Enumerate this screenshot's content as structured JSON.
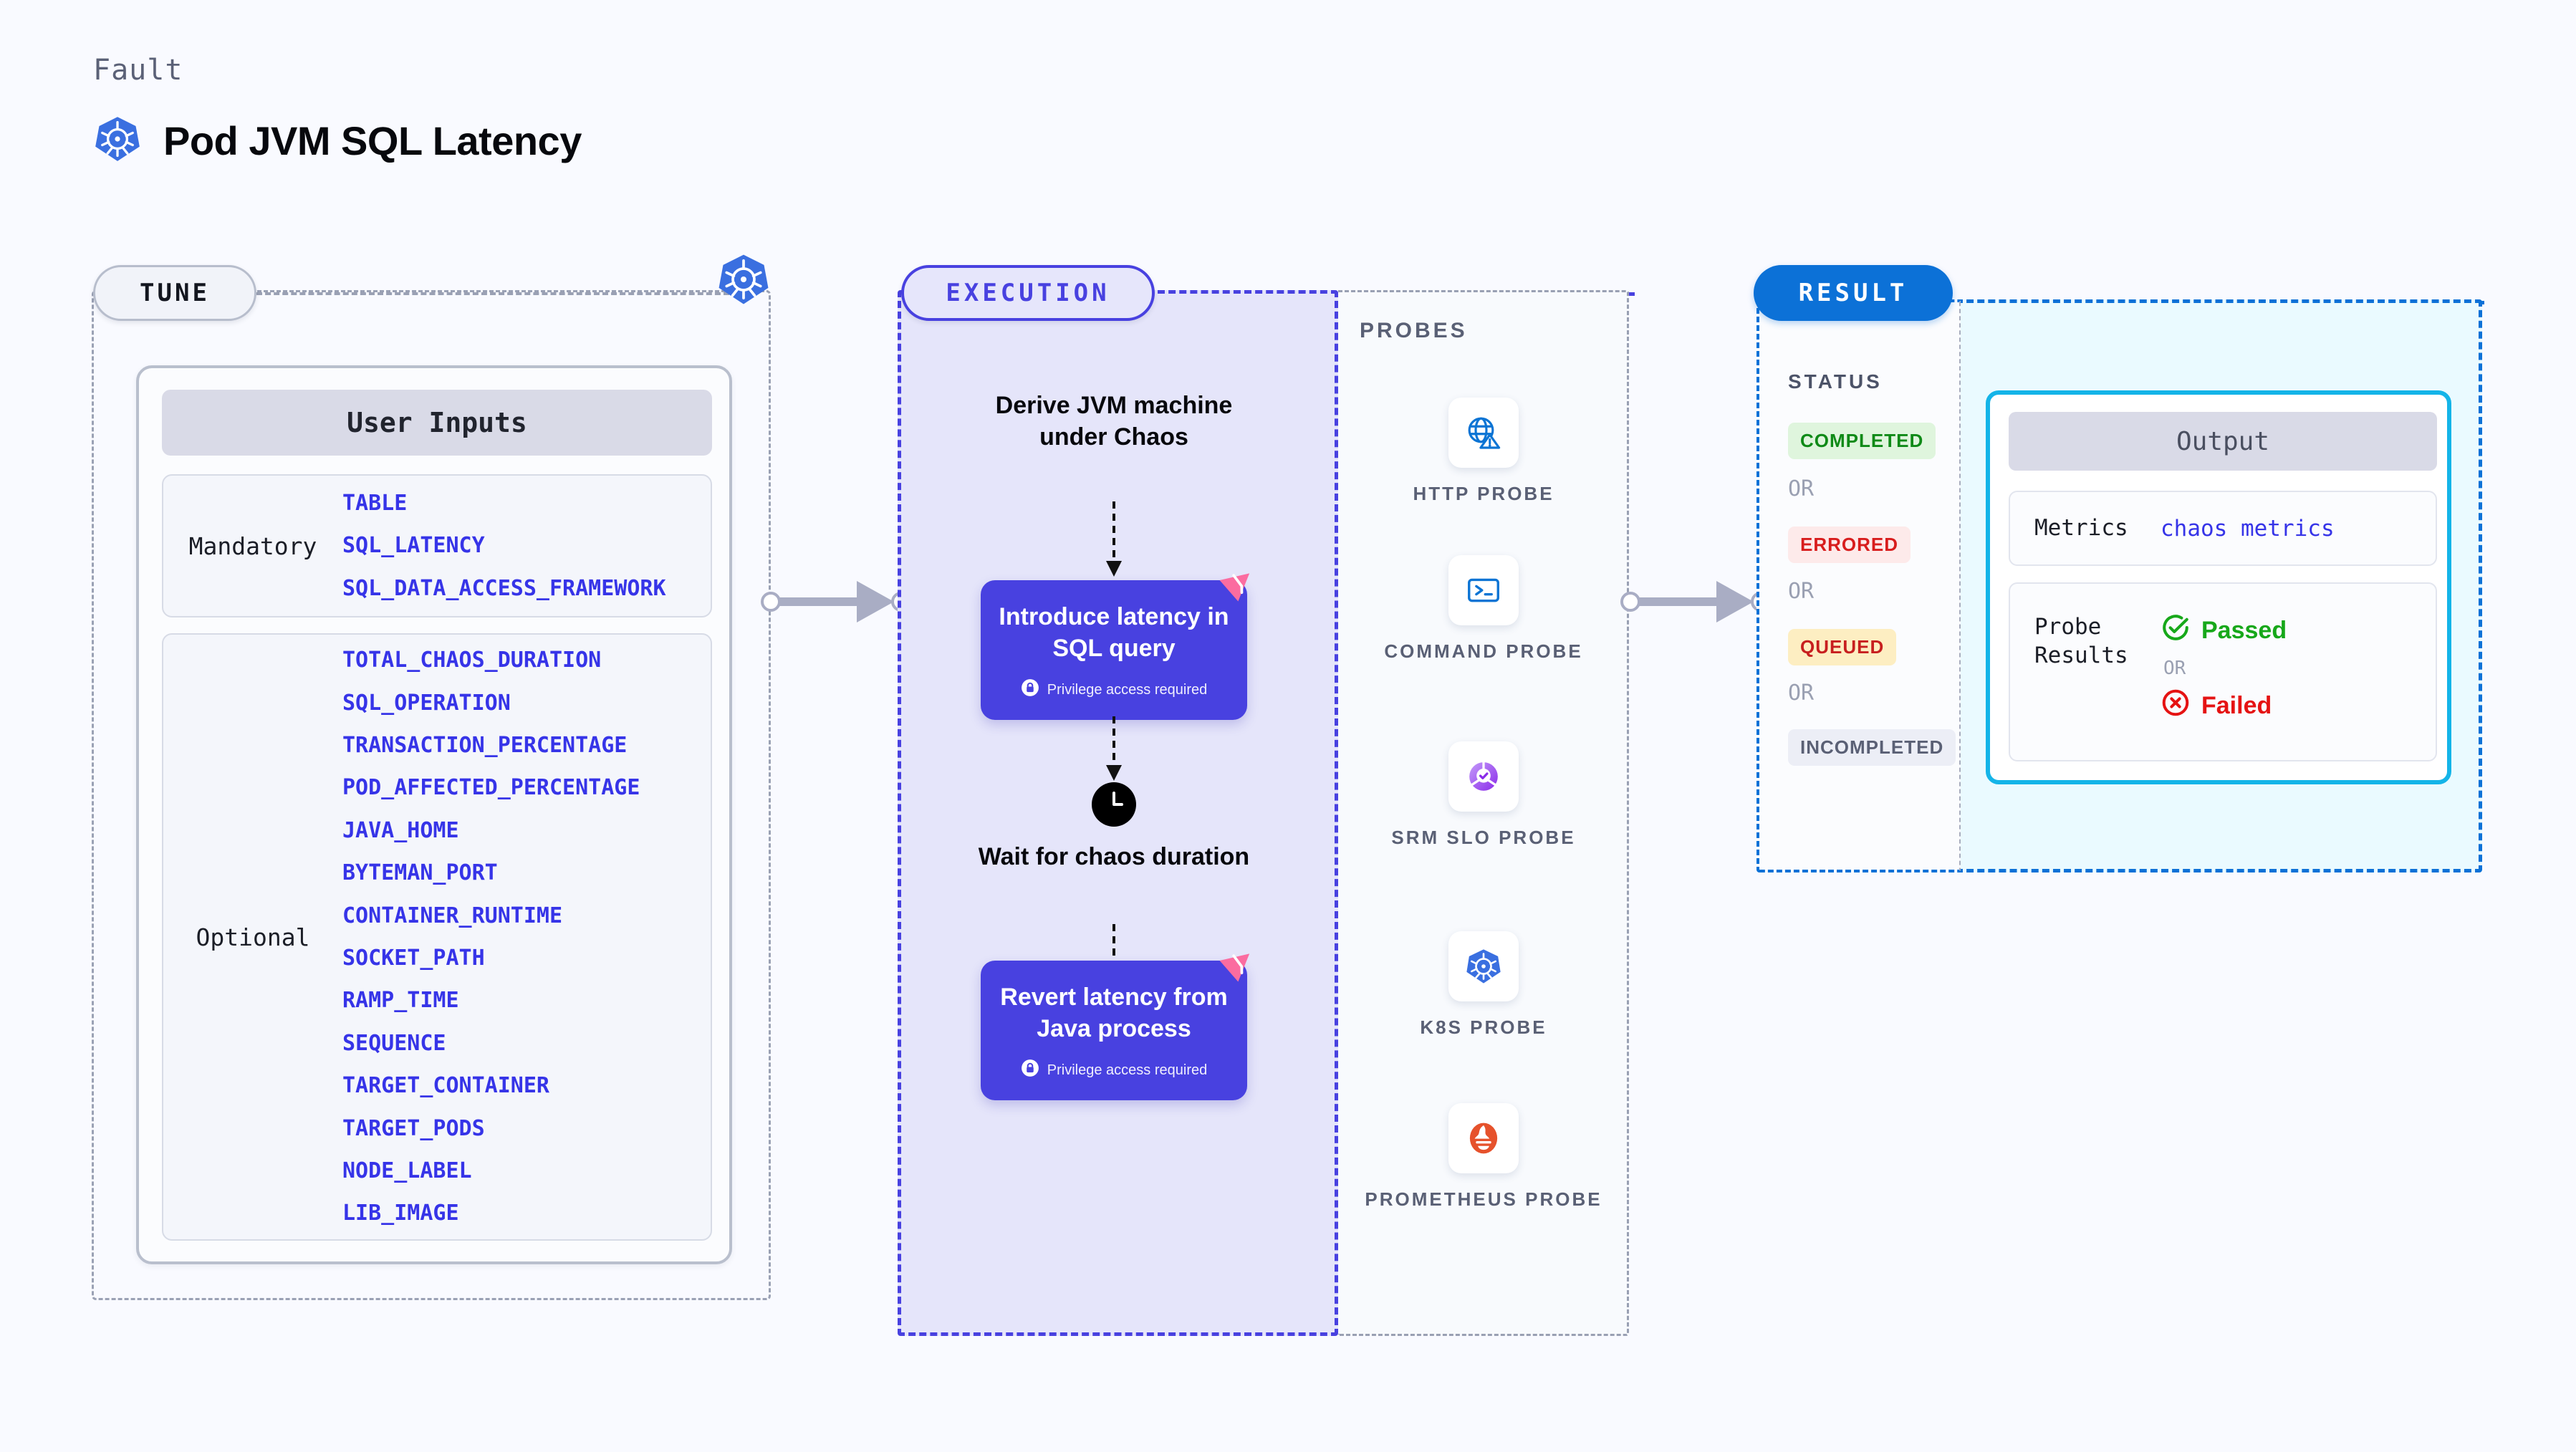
{
  "header": {
    "kicker": "Fault",
    "title": "Pod JVM SQL Latency",
    "icon": "kubernetes-icon"
  },
  "tune": {
    "pill_label": "TUNE",
    "card_title": "User Inputs",
    "mandatory": {
      "label": "Mandatory",
      "items": [
        "TABLE",
        "SQL_LATENCY",
        "SQL_DATA_ACCESS_FRAMEWORK"
      ]
    },
    "optional": {
      "label": "Optional",
      "items": [
        "TOTAL_CHAOS_DURATION",
        "SQL_OPERATION",
        "TRANSACTION_PERCENTAGE",
        "POD_AFFECTED_PERCENTAGE",
        "JAVA_HOME",
        "BYTEMAN_PORT",
        "CONTAINER_RUNTIME",
        "SOCKET_PATH",
        "RAMP_TIME",
        "SEQUENCE",
        "TARGET_CONTAINER",
        "TARGET_PODS",
        "NODE_LABEL",
        "LIB_IMAGE"
      ]
    }
  },
  "execution": {
    "pill_label": "EXECUTION",
    "step1_text": "Derive JVM machine under Chaos",
    "box1_title": "Introduce latency in SQL query",
    "box1_privilege": "Privilege access required",
    "wait_text": "Wait for chaos duration",
    "box2_title": "Revert latency from Java process",
    "box2_privilege": "Privilege access required",
    "lock_icon": "lock-icon",
    "clock_icon": "clock-icon",
    "badge_icon": "harness-badge-icon"
  },
  "probes": {
    "title": "PROBES",
    "items": [
      {
        "label": "HTTP PROBE",
        "icon": "globe-warning-icon"
      },
      {
        "label": "COMMAND PROBE",
        "icon": "terminal-icon"
      },
      {
        "label": "SRM SLO PROBE",
        "icon": "slo-donut-check-icon"
      },
      {
        "label": "K8S PROBE",
        "icon": "kubernetes-icon"
      },
      {
        "label": "PROMETHEUS PROBE",
        "icon": "prometheus-icon"
      }
    ]
  },
  "result": {
    "pill_label": "RESULT",
    "status_title": "STATUS",
    "or_label": "OR",
    "statuses": [
      {
        "label": "COMPLETED",
        "bg": "#dff5dd",
        "fg": "#0f8a17"
      },
      {
        "label": "ERRORED",
        "bg": "#fdeaea",
        "fg": "#d81d1d"
      },
      {
        "label": "QUEUED",
        "bg": "#fdeec2",
        "fg": "#c71f1f"
      },
      {
        "label": "INCOMPLETED",
        "bg": "#eceef6",
        "fg": "#5a6075"
      }
    ],
    "output": {
      "title": "Output",
      "metrics_key": "Metrics",
      "metrics_value": "chaos metrics",
      "probe_results_key": "Probe Results",
      "passed_label": "Passed",
      "failed_label": "Failed",
      "or_label": "OR",
      "passed_icon": "check-circle-icon",
      "failed_icon": "x-circle-icon"
    }
  },
  "colors": {
    "background": "#f9faff",
    "accent_purple": "#4841e0",
    "accent_blue": "#0c71d7",
    "accent_cyan": "#14b4e8",
    "param_blue": "#3634e8",
    "pink_badge": "#fb6ca0",
    "k8s_blue": "#3a6fe0"
  }
}
